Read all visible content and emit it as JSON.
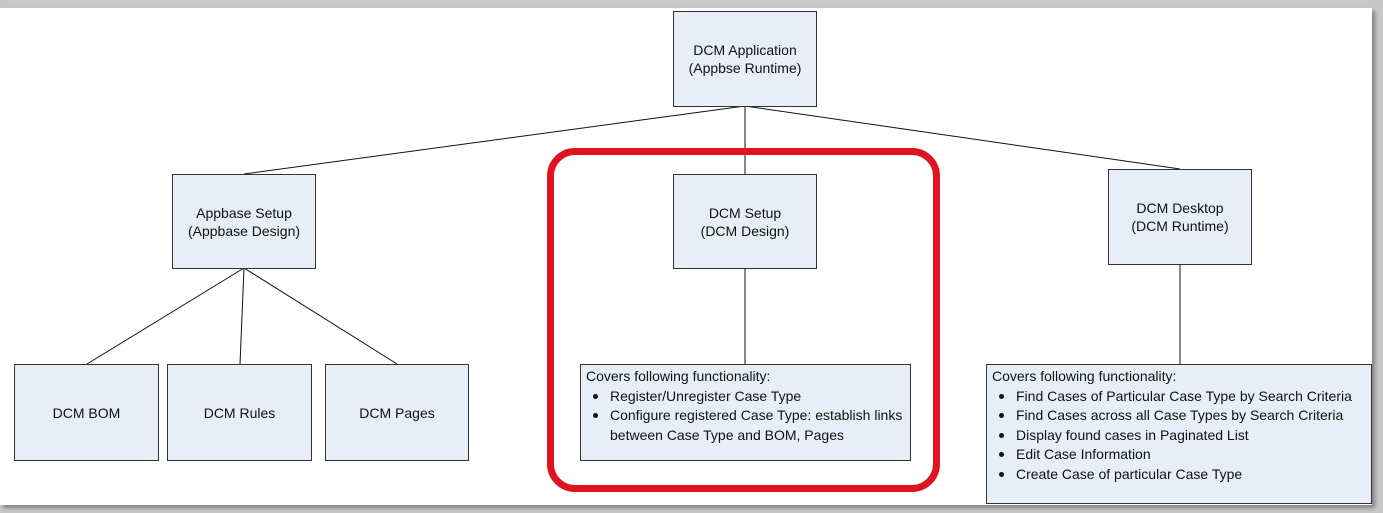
{
  "diagram": {
    "root": {
      "line1": "DCM Application",
      "line2": "(Appbse Runtime)"
    },
    "appbase_setup": {
      "line1": "Appbase Setup",
      "line2": "(Appbase Design)"
    },
    "dcm_setup": {
      "line1": "DCM Setup",
      "line2": "(DCM Design)"
    },
    "dcm_desktop": {
      "line1": "DCM Desktop",
      "line2": "(DCM Runtime)"
    },
    "dcm_bom": "DCM BOM",
    "dcm_rules": "DCM Rules",
    "dcm_pages": "DCM Pages",
    "setup_functionality": {
      "heading": "Covers following functionality:",
      "items": [
        "Register/Unregister Case Type",
        "Configure registered Case Type: establish links between Case Type and BOM, Pages"
      ]
    },
    "desktop_functionality": {
      "heading": "Covers following functionality:",
      "items": [
        "Find Cases of Particular Case Type by Search Criteria",
        "Find Cases across all Case Types by Search Criteria",
        "Display found cases in Paginated List",
        "Edit Case Information",
        "Create Case of particular Case Type"
      ]
    },
    "colors": {
      "box_fill": "#e8eef7",
      "box_border": "#333333",
      "highlight": "#e0141e"
    }
  }
}
